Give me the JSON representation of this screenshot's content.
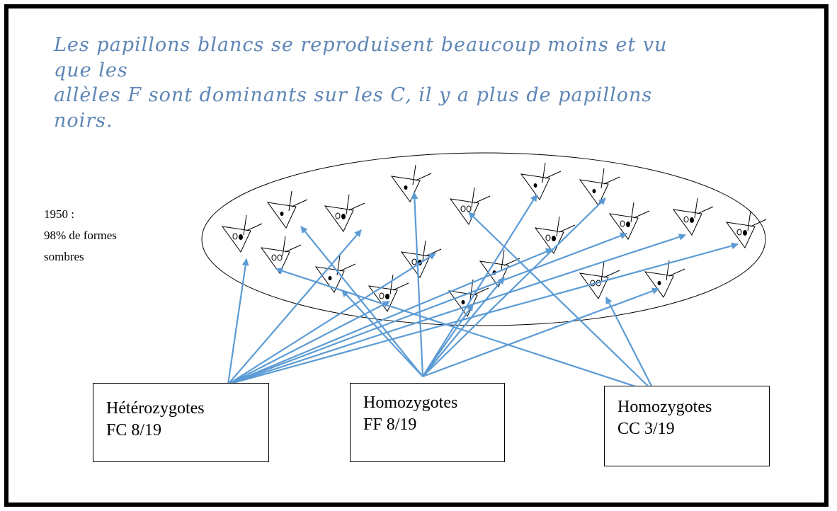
{
  "note": {
    "lines": [
      "Les papillons blancs se reproduisent beaucoup moins et vu que les",
      "allèles F sont dominants sur les C, il y a plus de papillons",
      "noirs."
    ]
  },
  "population": {
    "year": "1950 :",
    "caption_line1": "98% de formes",
    "caption_line2": "sombres"
  },
  "boxes": {
    "heterozygotes": {
      "line1": "Hétérozygotes",
      "line2": "FC 8/19"
    },
    "homozygotes_ff": {
      "line1": "Homozygotes",
      "line2": "FF 8/19"
    },
    "homozygotes_cc": {
      "line1": "Homozygotes",
      "line2": "CC 3/19"
    }
  },
  "butterflies": [
    {
      "id": "b1",
      "genotype": "FC"
    },
    {
      "id": "b2",
      "genotype": "FF"
    },
    {
      "id": "b3",
      "genotype": "CC"
    },
    {
      "id": "b4",
      "genotype": "FC"
    },
    {
      "id": "b5",
      "genotype": "FF"
    },
    {
      "id": "b6",
      "genotype": "CC"
    },
    {
      "id": "b7",
      "genotype": "FF"
    },
    {
      "id": "b8",
      "genotype": "FF"
    },
    {
      "id": "b9",
      "genotype": "FF"
    },
    {
      "id": "b10",
      "genotype": "FC"
    },
    {
      "id": "b11",
      "genotype": "FC"
    },
    {
      "id": "b12",
      "genotype": "FF"
    },
    {
      "id": "b13",
      "genotype": "FF"
    },
    {
      "id": "b14",
      "genotype": "FC"
    },
    {
      "id": "b15",
      "genotype": "FC"
    },
    {
      "id": "b16",
      "genotype": "FC"
    },
    {
      "id": "b17",
      "genotype": "FC"
    },
    {
      "id": "b18",
      "genotype": "FF"
    },
    {
      "id": "b19",
      "genotype": "CC"
    }
  ],
  "colors": {
    "arrow": "#5b9bd5",
    "handwriting": "#5e86b6",
    "line": "#000000"
  }
}
